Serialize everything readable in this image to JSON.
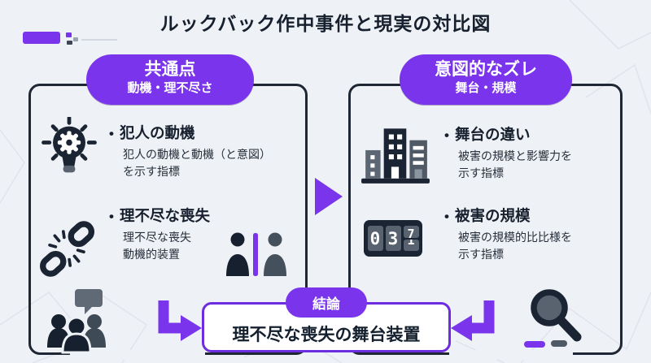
{
  "title": "ルックバック作中事件と現実の対比図",
  "ui": {
    "bullet": "•"
  },
  "colors": {
    "background": "#EEF1F5",
    "navy": "#1B2433",
    "purple": "#7A35EC",
    "gray_accent": "#59636F"
  },
  "left_panel": {
    "header": {
      "title": "共通点",
      "subtitle": "動機・理不尽さ"
    },
    "items": [
      {
        "icon": "lightbulb-gear-icon",
        "heading": "犯人の動機",
        "description": "犯人の動機と動機（と意図）\nを示す指標"
      },
      {
        "icon": "broken-chain-icon",
        "heading": "理不尽な喪失",
        "description": "理不尽な喪失\n動機的装置"
      }
    ]
  },
  "right_panel": {
    "header": {
      "title": "意図的なズレ",
      "subtitle": "舞台・規模"
    },
    "items": [
      {
        "icon": "buildings-icon",
        "heading": "舞台の違い",
        "description": "被害の規模と影響力を\n示す指標"
      },
      {
        "icon": "flip-counter-icon",
        "heading": "被害の規模",
        "description": "被害の規模的比比様を\n示す指標"
      }
    ]
  },
  "counter": {
    "digit1": "0",
    "digit2": "3",
    "partial_top": "7",
    "partial_bottom": "1"
  },
  "conclusion": {
    "label": "結論",
    "text": "理不尽な喪失の舞台装置"
  }
}
